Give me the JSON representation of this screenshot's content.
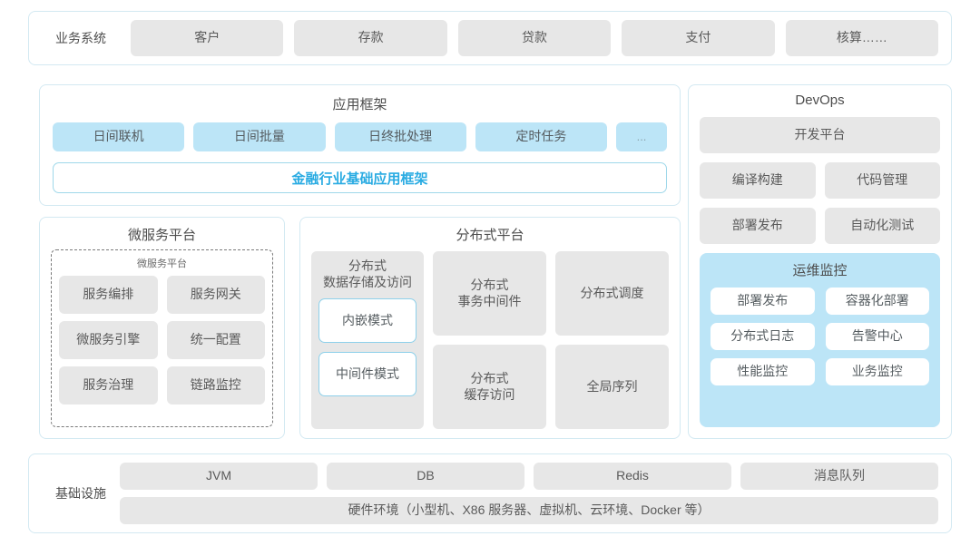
{
  "business_systems": {
    "label": "业务系统",
    "items": [
      "客户",
      "存款",
      "贷款",
      "支付",
      "核算……"
    ]
  },
  "app_framework": {
    "title": "应用框架",
    "tags": [
      "日间联机",
      "日间批量",
      "日终批处理",
      "定时任务",
      "..."
    ],
    "base_framework": "金融行业基础应用框架",
    "base_framework_color": "#29abe2"
  },
  "microservice_platform": {
    "title": "微服务平台",
    "inner_title": "微服务平台",
    "items": [
      "服务编排",
      "服务网关",
      "微服务引擎",
      "统一配置",
      "服务治理",
      "链路监控"
    ]
  },
  "distributed_platform": {
    "title": "分布式平台",
    "storage": {
      "title": "分布式\n数据存储及访问",
      "modes": [
        "内嵌模式",
        "中间件模式"
      ]
    },
    "items": [
      "分布式\n事务中间件",
      "分布式调度",
      "分布式\n缓存访问",
      "全局序列"
    ]
  },
  "devops": {
    "title": "DevOps",
    "platform": "开发平台",
    "items": [
      "编译构建",
      "代码管理",
      "部署发布",
      "自动化测试"
    ],
    "ops_monitoring": {
      "title": "运维监控",
      "items": [
        "部署发布",
        "容器化部署",
        "分布式日志",
        "告警中心",
        "性能监控",
        "业务监控"
      ]
    }
  },
  "infrastructure": {
    "label": "基础设施",
    "items": [
      "JVM",
      "DB",
      "Redis",
      "消息队列"
    ],
    "hardware": "硬件环境（小型机、X86 服务器、虚拟机、云环境、Docker 等）"
  },
  "theme": {
    "card_border": "#d3e9f2",
    "tag_gray": "#e7e7e7",
    "tag_blue": "#bce5f7",
    "accent": "#29abe2",
    "text": "#5a5a5a"
  }
}
